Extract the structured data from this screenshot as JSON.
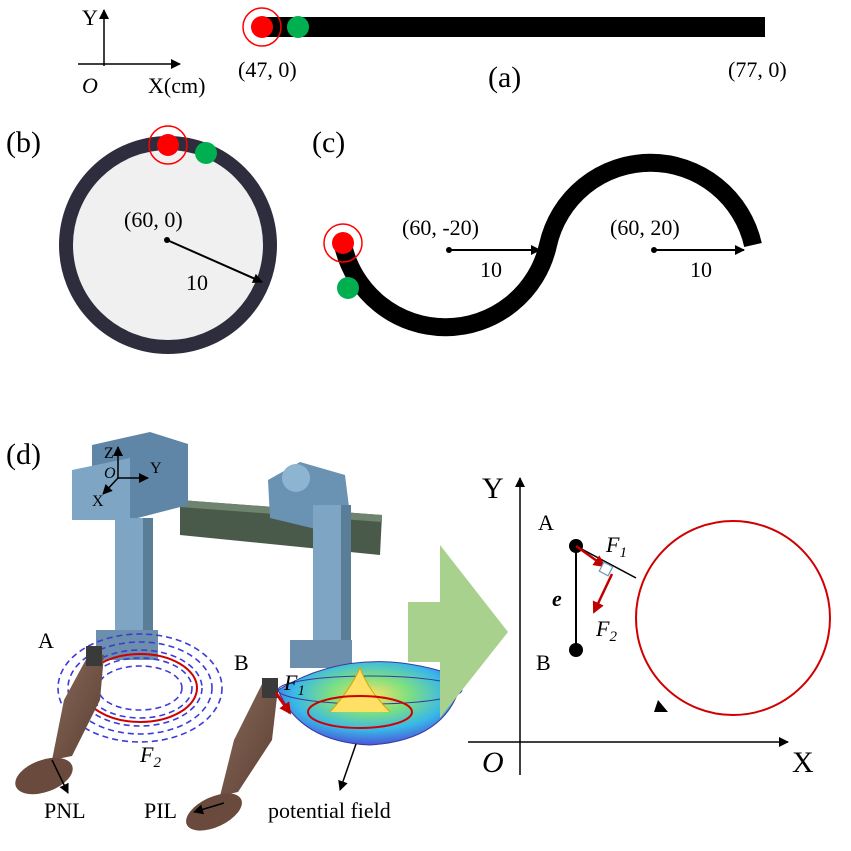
{
  "panel_labels": {
    "a": "(a)",
    "b": "(b)",
    "c": "(c)",
    "d": "(d)"
  },
  "axes_a": {
    "y": "Y",
    "x": "X(cm)",
    "origin": "O"
  },
  "panel_a": {
    "start": "(47, 0)",
    "end": "(77, 0)"
  },
  "panel_b": {
    "center": "(60, 0)",
    "radius": "10"
  },
  "panel_c": {
    "center1": "(60, -20)",
    "radius1": "10",
    "center2": "(60, 20)",
    "radius2": "10"
  },
  "panel_d": {
    "robot_axes": {
      "z": "Z",
      "o": "O",
      "y": "Y",
      "x": "X"
    },
    "label_A": "A",
    "label_B": "B",
    "F1": "F",
    "F1_sub": "1",
    "F2": "F",
    "F2_sub": "2",
    "PNL": "PNL",
    "PIL": "PIL",
    "potential_field": "potential field"
  },
  "panel_d_right": {
    "y": "Y",
    "x": "X",
    "origin": "O",
    "A": "A",
    "B": "B",
    "e": "e",
    "F1": "F",
    "F1_sub": "1",
    "F2": "F",
    "F2_sub": "2"
  },
  "colors": {
    "path": "#000000",
    "start_marker": "#ff0000",
    "end_marker": "#00b050",
    "ring": "#ff0000",
    "force": "#c00000",
    "arrow_big": "#a9d18e",
    "robot": "#7ea6c4"
  }
}
